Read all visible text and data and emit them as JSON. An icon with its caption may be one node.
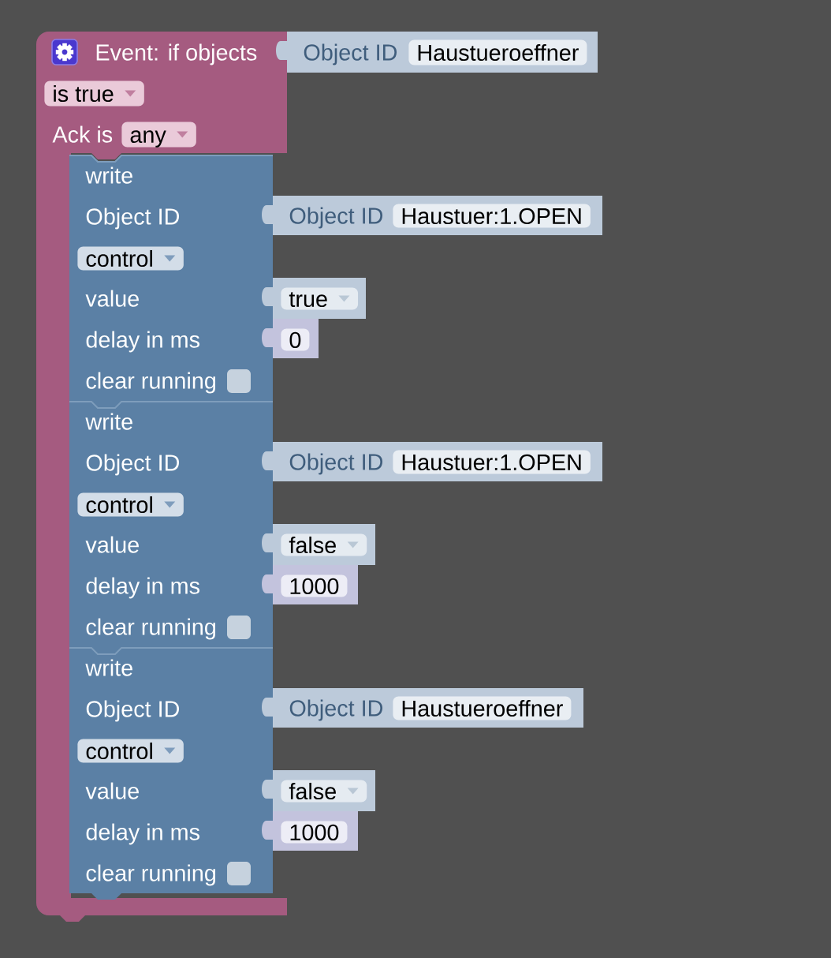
{
  "diagram": {
    "nodes": [
      {
        "text": [
          "Event: if objects",
          "Ack is"
        ]
      },
      {
        "text": [
          "Object ID"
        ]
      },
      {
        "text": [
          "Haustueroeffner"
        ],
        "in": 1
      },
      {
        "text": [
          "is true"
        ],
        "in": 0
      },
      {
        "text": [
          "any"
        ],
        "in": 0
      },
      {
        "text": [
          "write",
          "Object ID",
          "value",
          "delay in ms",
          "clear running"
        ],
        "in": 0
      },
      {
        "text": [
          "Object ID"
        ]
      },
      {
        "text": [
          "Haustuer:1.OPEN"
        ],
        "in": 6
      },
      {
        "text": [
          "control"
        ],
        "in": 5
      },
      {
        "text": [],
        "shape": "box"
      },
      {
        "text": [
          "true"
        ],
        "in": 9
      },
      {
        "text": [],
        "shape": "box"
      },
      {
        "text": [
          "0"
        ],
        "in": 11
      },
      {
        "text": [
          "write",
          "Object ID",
          "value",
          "delay in ms",
          "clear running"
        ],
        "in": 0
      },
      {
        "text": [
          "Object ID"
        ]
      },
      {
        "text": [
          "Haustuer:1.OPEN"
        ],
        "in": 14
      },
      {
        "text": [
          "control"
        ],
        "in": 13
      },
      {
        "text": [],
        "shape": "box"
      },
      {
        "text": [
          "false"
        ],
        "in": 17
      },
      {
        "text": [],
        "shape": "box"
      },
      {
        "text": [
          "1000"
        ],
        "in": 19
      },
      {
        "text": [
          "write",
          "Object ID",
          "value",
          "delay in ms",
          "clear running"
        ],
        "in": 0
      },
      {
        "text": [
          "Object ID"
        ]
      },
      {
        "text": [
          "Haustueroeffner"
        ],
        "in": 22
      },
      {
        "text": [
          "control"
        ],
        "in": 21
      },
      {
        "text": [],
        "shape": "box"
      },
      {
        "text": [
          "false"
        ],
        "in": 25
      },
      {
        "text": [],
        "shape": "box"
      },
      {
        "text": [
          "1000"
        ],
        "in": 27
      }
    ]
  }
}
